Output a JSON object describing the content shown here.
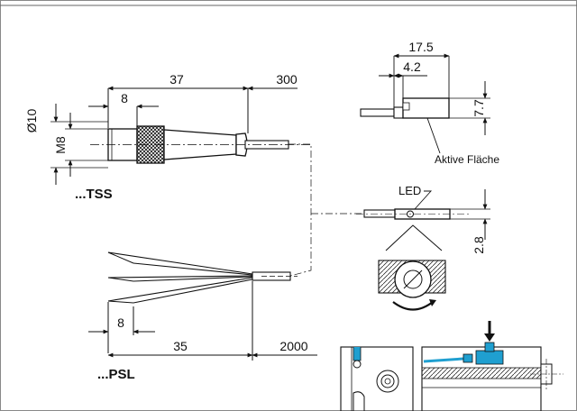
{
  "connector_view": {
    "dims": {
      "overall_length": "37",
      "cable_length": "300",
      "thread_length": "8",
      "outer_diameter": "Ø10",
      "thread_size": "M8"
    },
    "variant_label": "...TSS"
  },
  "wire_view": {
    "dims": {
      "strip_length": "8",
      "jacket_length": "35",
      "cable_length": "2000"
    },
    "variant_label": "...PSL"
  },
  "side_view": {
    "dims": {
      "total_length": "17.5",
      "offset": "4.2",
      "height": "7.7"
    },
    "active_face_label": "Aktive Fläche"
  },
  "led_view": {
    "led_label": "LED",
    "dims": {
      "diameter": "2.8"
    }
  },
  "colors": {
    "line": "#111111",
    "mount_accent": "#1f9fd0",
    "background": "#ffffff"
  }
}
